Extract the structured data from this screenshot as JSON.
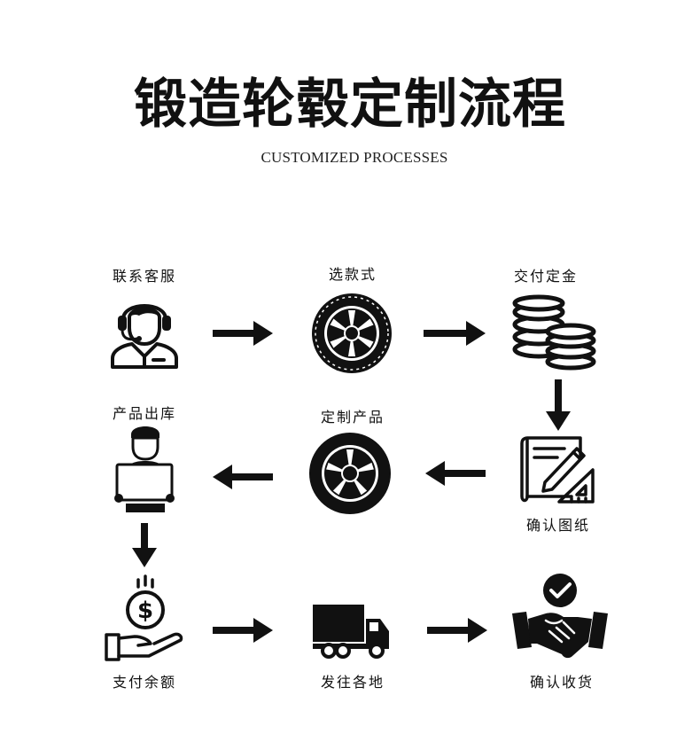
{
  "header": {
    "title": "锻造轮毂定制流程",
    "subtitle": "CUSTOMIZED PROCESSES"
  },
  "steps": [
    {
      "label": "联系客服",
      "icon": "customer-service-headset-icon"
    },
    {
      "label": "选款式",
      "icon": "wheel-tire-icon"
    },
    {
      "label": "交付定金",
      "icon": "coin-stack-icon"
    },
    {
      "label": "确认图纸",
      "icon": "drawing-blueprint-icon"
    },
    {
      "label": "定制产品",
      "icon": "custom-wheel-icon"
    },
    {
      "label": "产品出库",
      "icon": "worker-laptop-icon"
    },
    {
      "label": "支付余额",
      "icon": "dollar-hand-icon"
    },
    {
      "label": "发往各地",
      "icon": "delivery-truck-icon"
    },
    {
      "label": "确认收货",
      "icon": "handshake-check-icon"
    }
  ],
  "colors": {
    "ink": "#111111",
    "background": "#ffffff"
  }
}
